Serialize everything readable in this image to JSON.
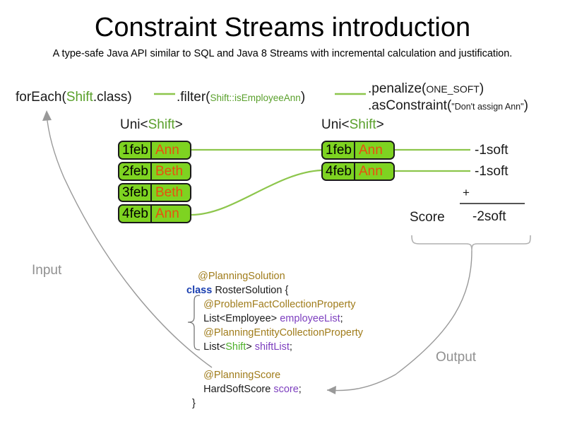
{
  "header": {
    "title": "Constraint Streams introduction",
    "subtitle": "A type-safe Java API similar to SQL and Java 8 Streams with incremental calculation and justification."
  },
  "pipeline": {
    "foreach": {
      "prefix": "forEach(",
      "type": "Shift",
      "suffix": ".class)"
    },
    "filter": {
      "prefix": ".filter(",
      "arg": "Shift::isEmployeeAnn",
      "suffix": ")"
    },
    "penalize": {
      "prefix": ".penalize(",
      "arg": "ONE_SOFT",
      "suffix": ")"
    },
    "as_constraint": {
      "prefix": ".asConstraint(",
      "arg": "\"Don't assign Ann\"",
      "suffix": ")"
    }
  },
  "streams": {
    "left_header": {
      "prefix": "Uni<",
      "type": "Shift",
      "suffix": ">"
    },
    "right_header": {
      "prefix": "Uni<",
      "type": "Shift",
      "suffix": ">"
    },
    "left_cards": [
      {
        "date": "1feb",
        "employee": "Ann"
      },
      {
        "date": "2feb",
        "employee": "Beth"
      },
      {
        "date": "3feb",
        "employee": "Beth"
      },
      {
        "date": "4feb",
        "employee": "Ann"
      }
    ],
    "right_cards": [
      {
        "date": "1feb",
        "employee": "Ann"
      },
      {
        "date": "4feb",
        "employee": "Ann"
      }
    ]
  },
  "score": {
    "penalty_labels": [
      "-1soft",
      "-1soft"
    ],
    "label": "Score",
    "operator": "+",
    "total": "-2soft"
  },
  "flow_labels": {
    "input": "Input",
    "output": "Output"
  },
  "code": {
    "lines": [
      [
        {
          "t": "    ",
          "c": ""
        },
        {
          "t": "@PlanningSolution",
          "c": "anno"
        }
      ],
      [
        {
          "t": "class",
          "c": "kw"
        },
        {
          "t": " RosterSolution {",
          "c": ""
        }
      ],
      [
        {
          "t": "      ",
          "c": ""
        },
        {
          "t": "@ProblemFactCollectionProperty",
          "c": "anno"
        }
      ],
      [
        {
          "t": "      List<Employee> ",
          "c": ""
        },
        {
          "t": "employeeList",
          "c": "fld"
        },
        {
          "t": ";",
          "c": ""
        }
      ],
      [
        {
          "t": "      ",
          "c": ""
        },
        {
          "t": "@PlanningEntityCollectionProperty",
          "c": "anno"
        }
      ],
      [
        {
          "t": "      List<",
          "c": ""
        },
        {
          "t": "Shift",
          "c": "typ-green"
        },
        {
          "t": "> ",
          "c": ""
        },
        {
          "t": "shiftList",
          "c": "fld"
        },
        {
          "t": ";",
          "c": ""
        }
      ],
      [
        {
          "t": "",
          "c": ""
        }
      ],
      [
        {
          "t": "      ",
          "c": ""
        },
        {
          "t": "@PlanningScore",
          "c": "anno"
        }
      ],
      [
        {
          "t": "      HardSoftScore ",
          "c": ""
        },
        {
          "t": "score",
          "c": "fld"
        },
        {
          "t": ";",
          "c": ""
        }
      ],
      [
        {
          "t": "  }",
          "c": ""
        }
      ]
    ]
  },
  "colors": {
    "card_fill": "#7ed321",
    "card_border": "#1a1a1a",
    "employee_text": "#e8500f",
    "stream_line": "#8dc64c",
    "type_green": "#5aa02c",
    "annotation": "#a07c1b",
    "keyword": "#1a3fb0",
    "field": "#7d3fbf",
    "flow_arrow": "#999999"
  }
}
